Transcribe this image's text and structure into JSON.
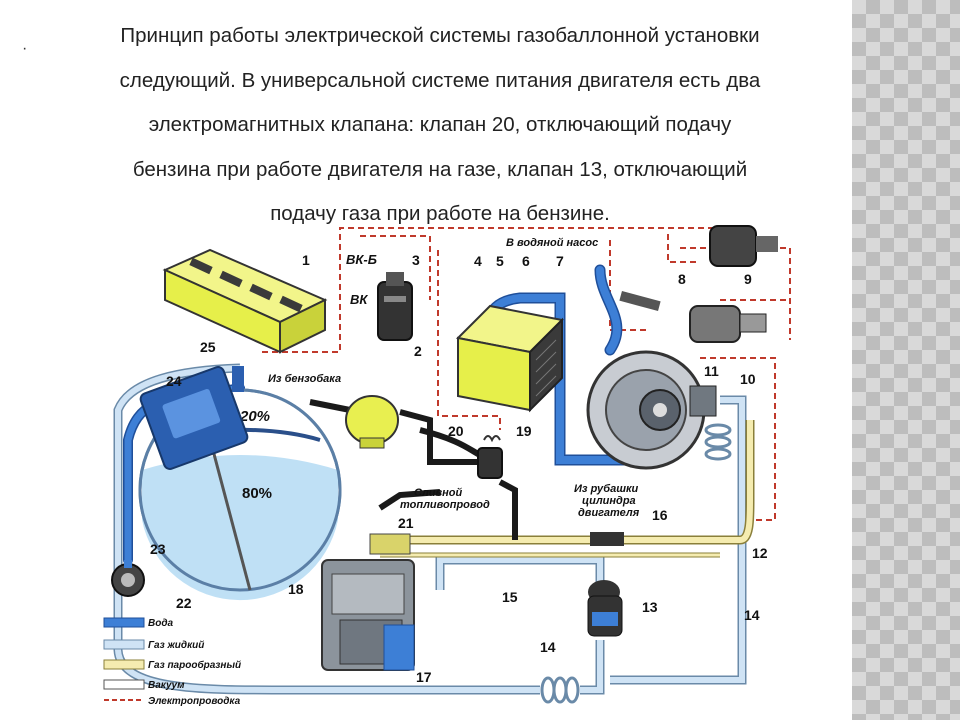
{
  "slide": {
    "bullet": "·",
    "paragraph_lines": [
      "Принцип работы электрической системы газобаллонной установки",
      "следующий. В универсальной системе питания двигателя есть два",
      "электромагнитных клапана: клапан 20, отключающий подачу",
      "бензина при работе двигателя на газе, клапан 13, отключающий",
      "подачу газа при работе на бензине."
    ]
  },
  "diagram": {
    "labels": {
      "water_pump": "В водяной насос",
      "from_fuel_tank": "Из бензобака",
      "drain_line_1": "Сливной",
      "drain_line_2": "топливопровод",
      "engine_jacket_1": "Из рубашки",
      "engine_jacket_2": "цилиндра",
      "engine_jacket_3": "двигателя",
      "vkb": "ВК-Б",
      "vk": "ВК",
      "pct_20": "20%",
      "pct_80": "80%"
    },
    "numbers": [
      "1",
      "2",
      "3",
      "4",
      "5",
      "6",
      "7",
      "8",
      "9",
      "10",
      "11",
      "12",
      "13",
      "14",
      "14",
      "15",
      "16",
      "17",
      "18",
      "19",
      "20",
      "21",
      "22",
      "23",
      "24",
      "25"
    ],
    "legend": [
      {
        "label": "Вода",
        "color": "#3d7fd6"
      },
      {
        "label": "Газ жидкий",
        "color": "#cfe3f5"
      },
      {
        "label": "Газ парообразный",
        "color": "#f5ecb0"
      },
      {
        "label": "Вакуум",
        "color": "#ffffff"
      },
      {
        "label": "Электропроводка",
        "color": "#c0392b"
      }
    ],
    "colors": {
      "water": "#3d7fd6",
      "liquid_gas": "#cfe3f5",
      "vapor_gas": "#f5ecb0",
      "wiring": "#c0392b",
      "fuel": "#1a1a1a",
      "battery": "#e6ef4a"
    }
  }
}
